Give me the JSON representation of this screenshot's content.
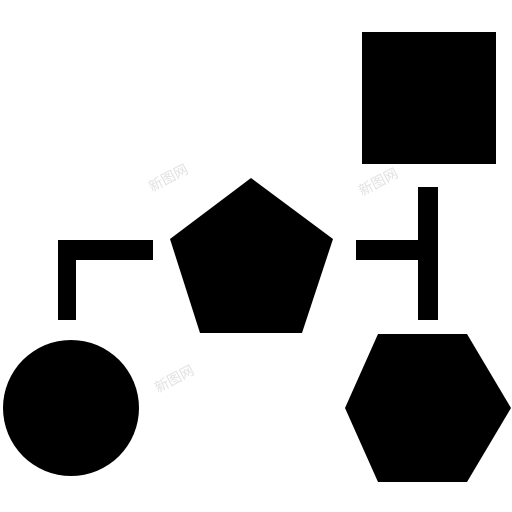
{
  "diagram": {
    "shape_color": "#000000",
    "background_color": "#ffffff",
    "nodes": [
      {
        "id": "square",
        "shape": "square"
      },
      {
        "id": "pentagon",
        "shape": "pentagon"
      },
      {
        "id": "circle",
        "shape": "circle"
      },
      {
        "id": "hexagon",
        "shape": "hexagon"
      }
    ],
    "connectors": [
      {
        "from": "circle",
        "to": "pentagon",
        "style": "elbow"
      },
      {
        "from": "pentagon",
        "to": "square-hexagon-link",
        "style": "straight"
      },
      {
        "from": "square",
        "to": "hexagon",
        "style": "straight"
      }
    ],
    "watermark": "新图网"
  }
}
